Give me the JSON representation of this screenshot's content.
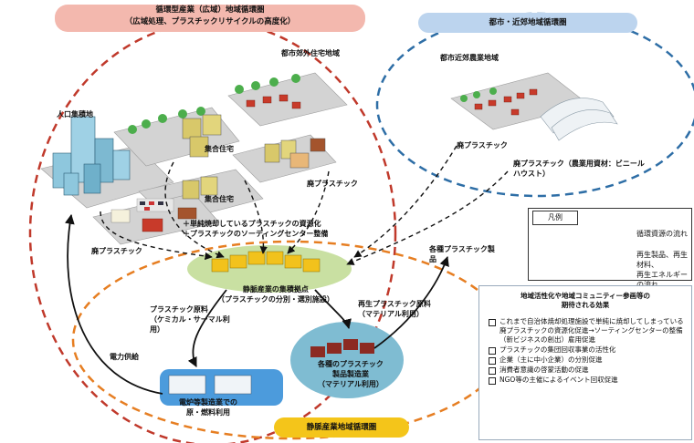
{
  "banners": {
    "wide_area": "循環型産業（広域）地域循環圏\n（広域処理、プラスチックリサイクルの高度化）",
    "suburban": "都市・近郊地域循環圏",
    "venous": "静脈産業地域循環圏"
  },
  "labels": {
    "suburban_residential": "都市郊外住宅地域",
    "suburban_farmland": "都市近郊農業地域",
    "population_area": "人口集積地",
    "housing_1": "集合住宅",
    "housing_2": "集合住宅",
    "waste_plastic_1": "廃プラスチック",
    "waste_plastic_2": "廃プラスチック",
    "waste_plastic_3": "廃プラスチック",
    "waste_plastic_agri": "廃プラスチック（農業用資材：ビニール\nハウスト）",
    "measures": "＋単純焼却しているプラスチックの資源化\n＋プラスチックのソーティングセンター整備",
    "venous_hub": "静脈産業の集積拠点\n（プラスチックの分別・選別施設）",
    "various_products": "各種プラスチック製\n品",
    "chem_thermal": "プラスチック原料\n（ケミカル・サーマル利\n用）",
    "recycled_material": "再生プラスチック原料\n（マテリアル利用）",
    "power_supply": "電力供給",
    "power_plant": "電炉等製造業での\n原・燃料利用",
    "factories": "各種のプラスチック\n製品製造業\n（マテリアル利用）"
  },
  "legend": {
    "title": "凡例",
    "dashed": "循環資源の流れ",
    "solid": "再生製品、再生材料、\n再生エネルギーの流れ"
  },
  "effects": {
    "title": "地域活性化や地域コミュニティー参画等の\n期待される効果",
    "items": [
      "これまで自治体焼却処理施設で単純に焼却してしまっている廃プラスチックの資源化促進→ソーティングセンターの整備（新ビジネスの創出）雇用促進",
      "プラスチックの集団回収事業の活性化",
      "企業（主に中小企業）の分別促進",
      "消費者意識の啓蒙活動の促進",
      "NGO等の主催によるイベント回収促進"
    ]
  },
  "colors": {
    "red_dash": "#c0392b",
    "blue_dash": "#2e6ea6",
    "orange_dash": "#e67e22",
    "banner_red": "#f3b8ae",
    "banner_blue": "#bcd4ee",
    "banner_orange": "#f4c51a",
    "ground": "#d3d3d3",
    "hub_green": "#c9e0a2",
    "factory_teal": "#7fbcd2"
  }
}
